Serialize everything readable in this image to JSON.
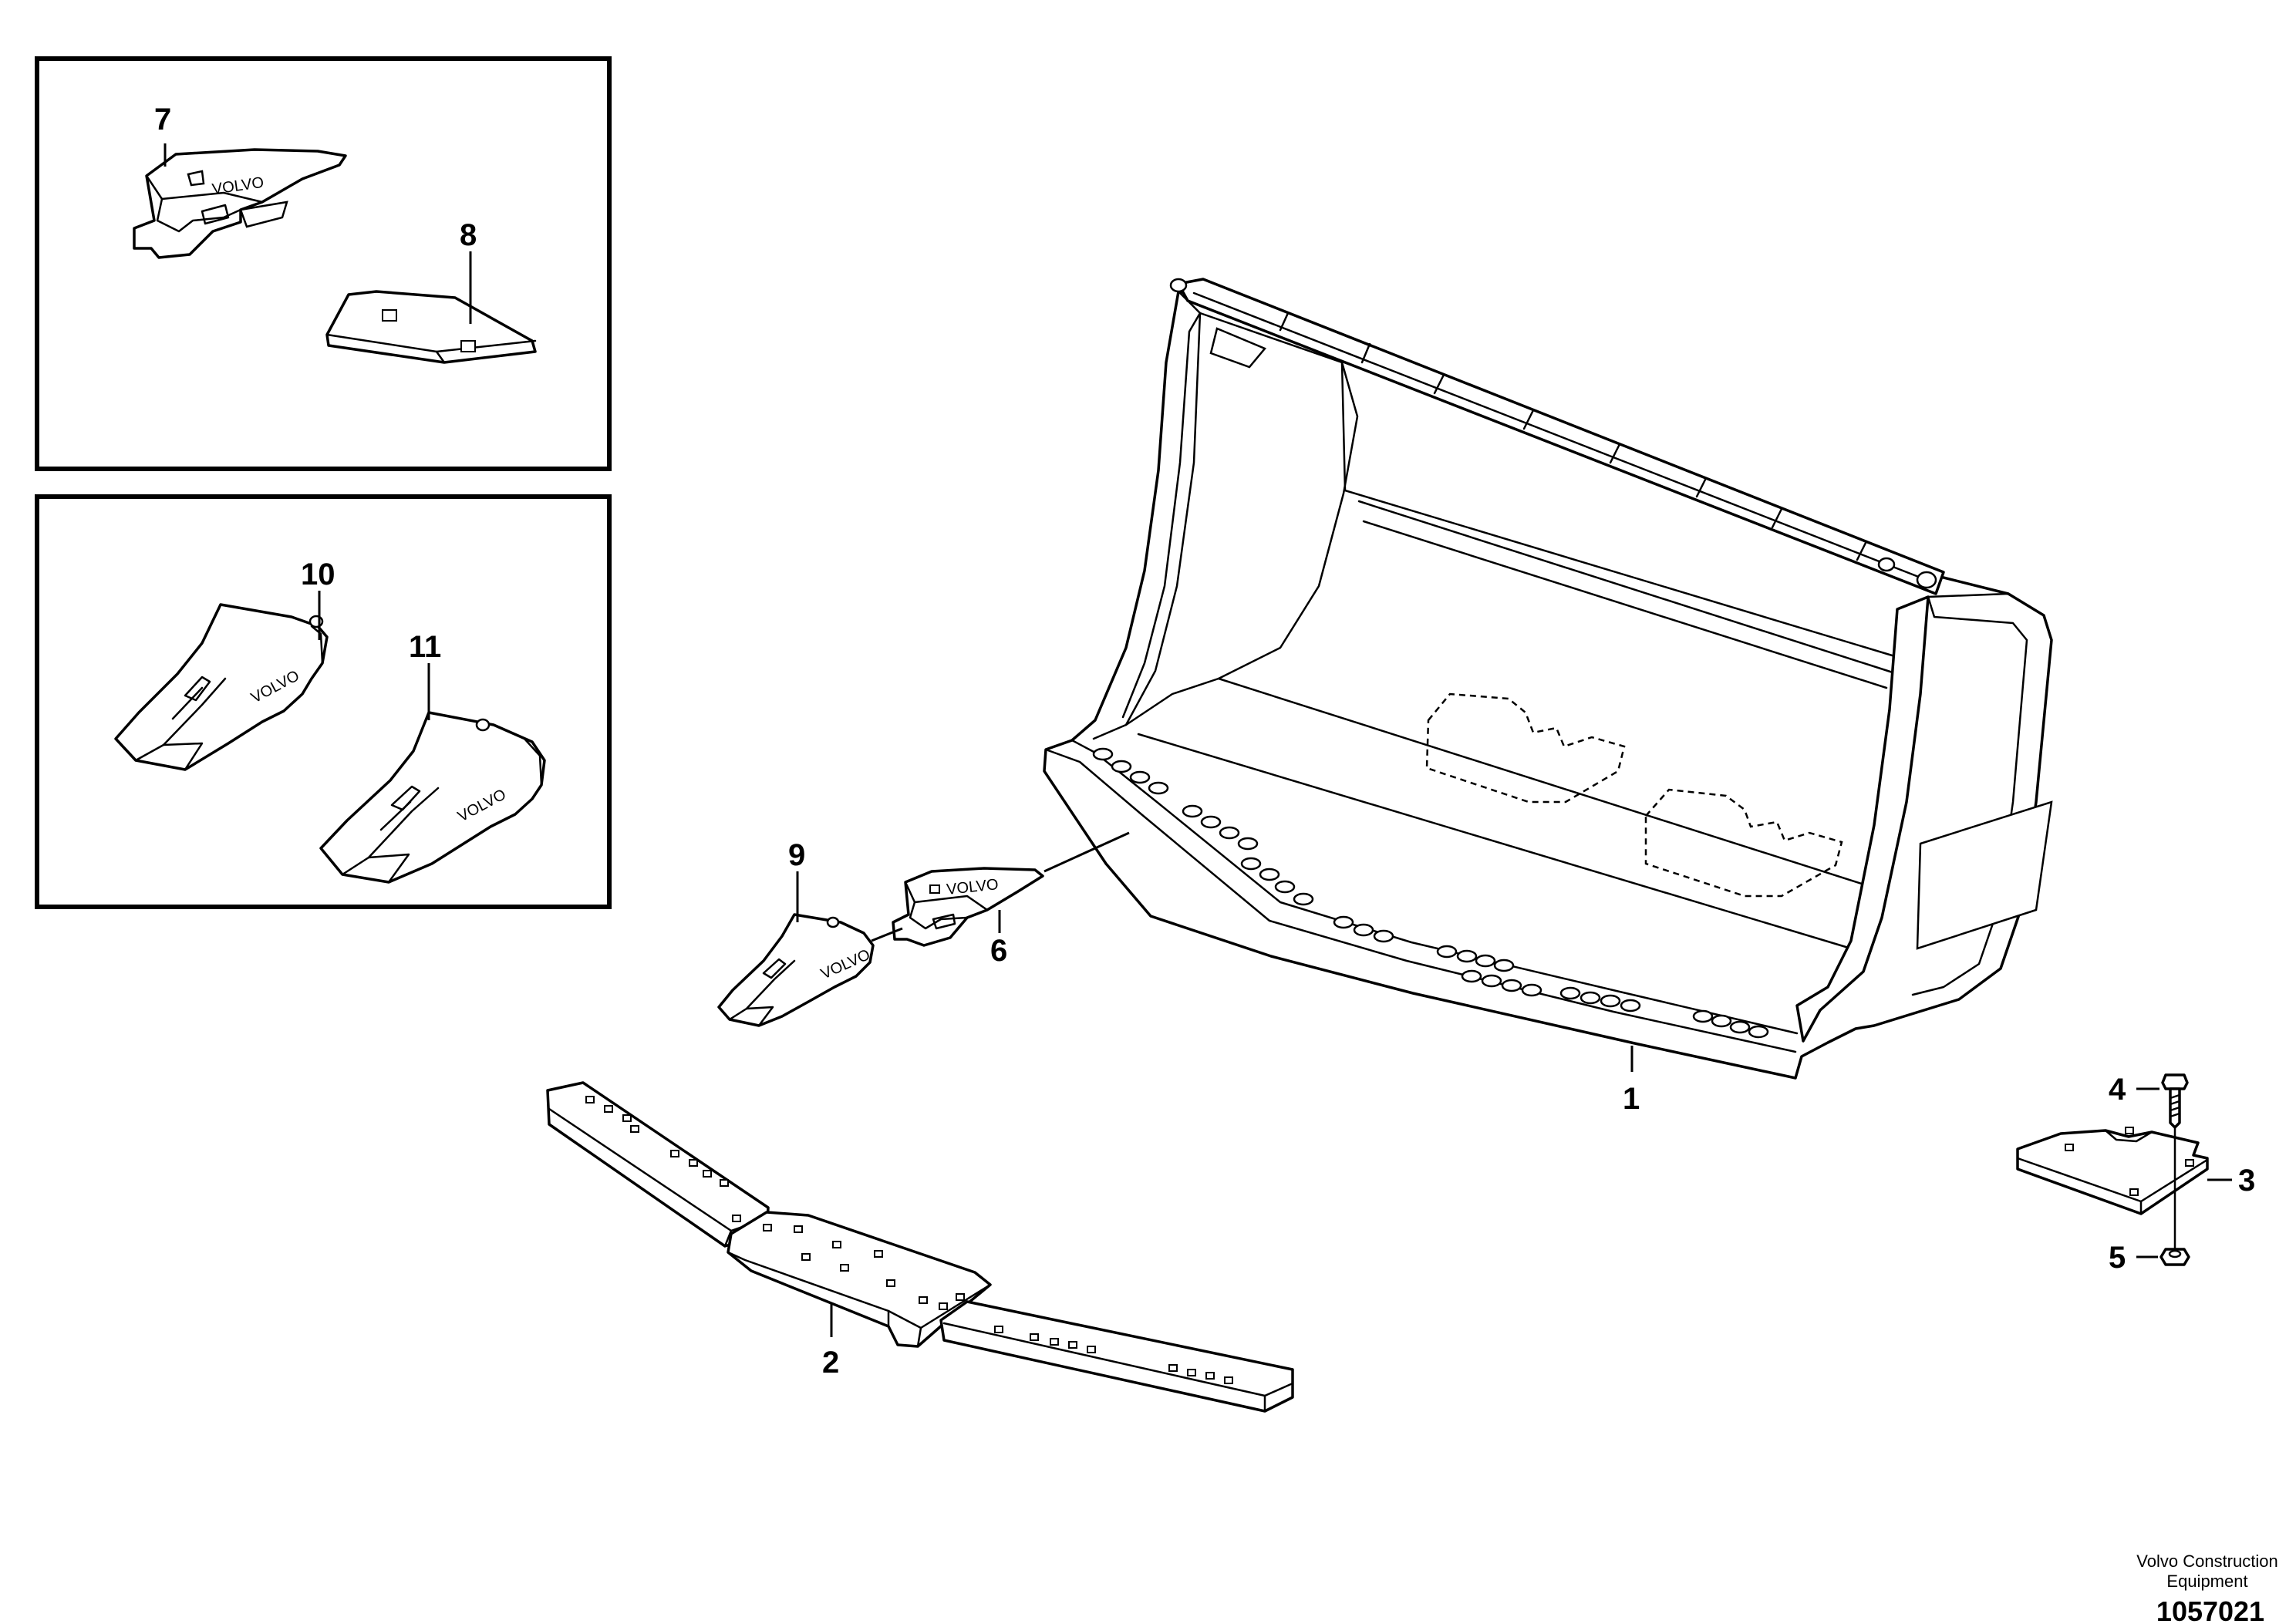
{
  "callouts": {
    "c1": "1",
    "c2": "2",
    "c3": "3",
    "c4": "4",
    "c5": "5",
    "c6": "6",
    "c7": "7",
    "c8": "8",
    "c9": "9",
    "c10": "10",
    "c11": "11"
  },
  "tooth_brand": "VOLVO",
  "footer": {
    "line1": "Volvo Construction",
    "line2": "Equipment",
    "drawing_number": "1057021"
  }
}
